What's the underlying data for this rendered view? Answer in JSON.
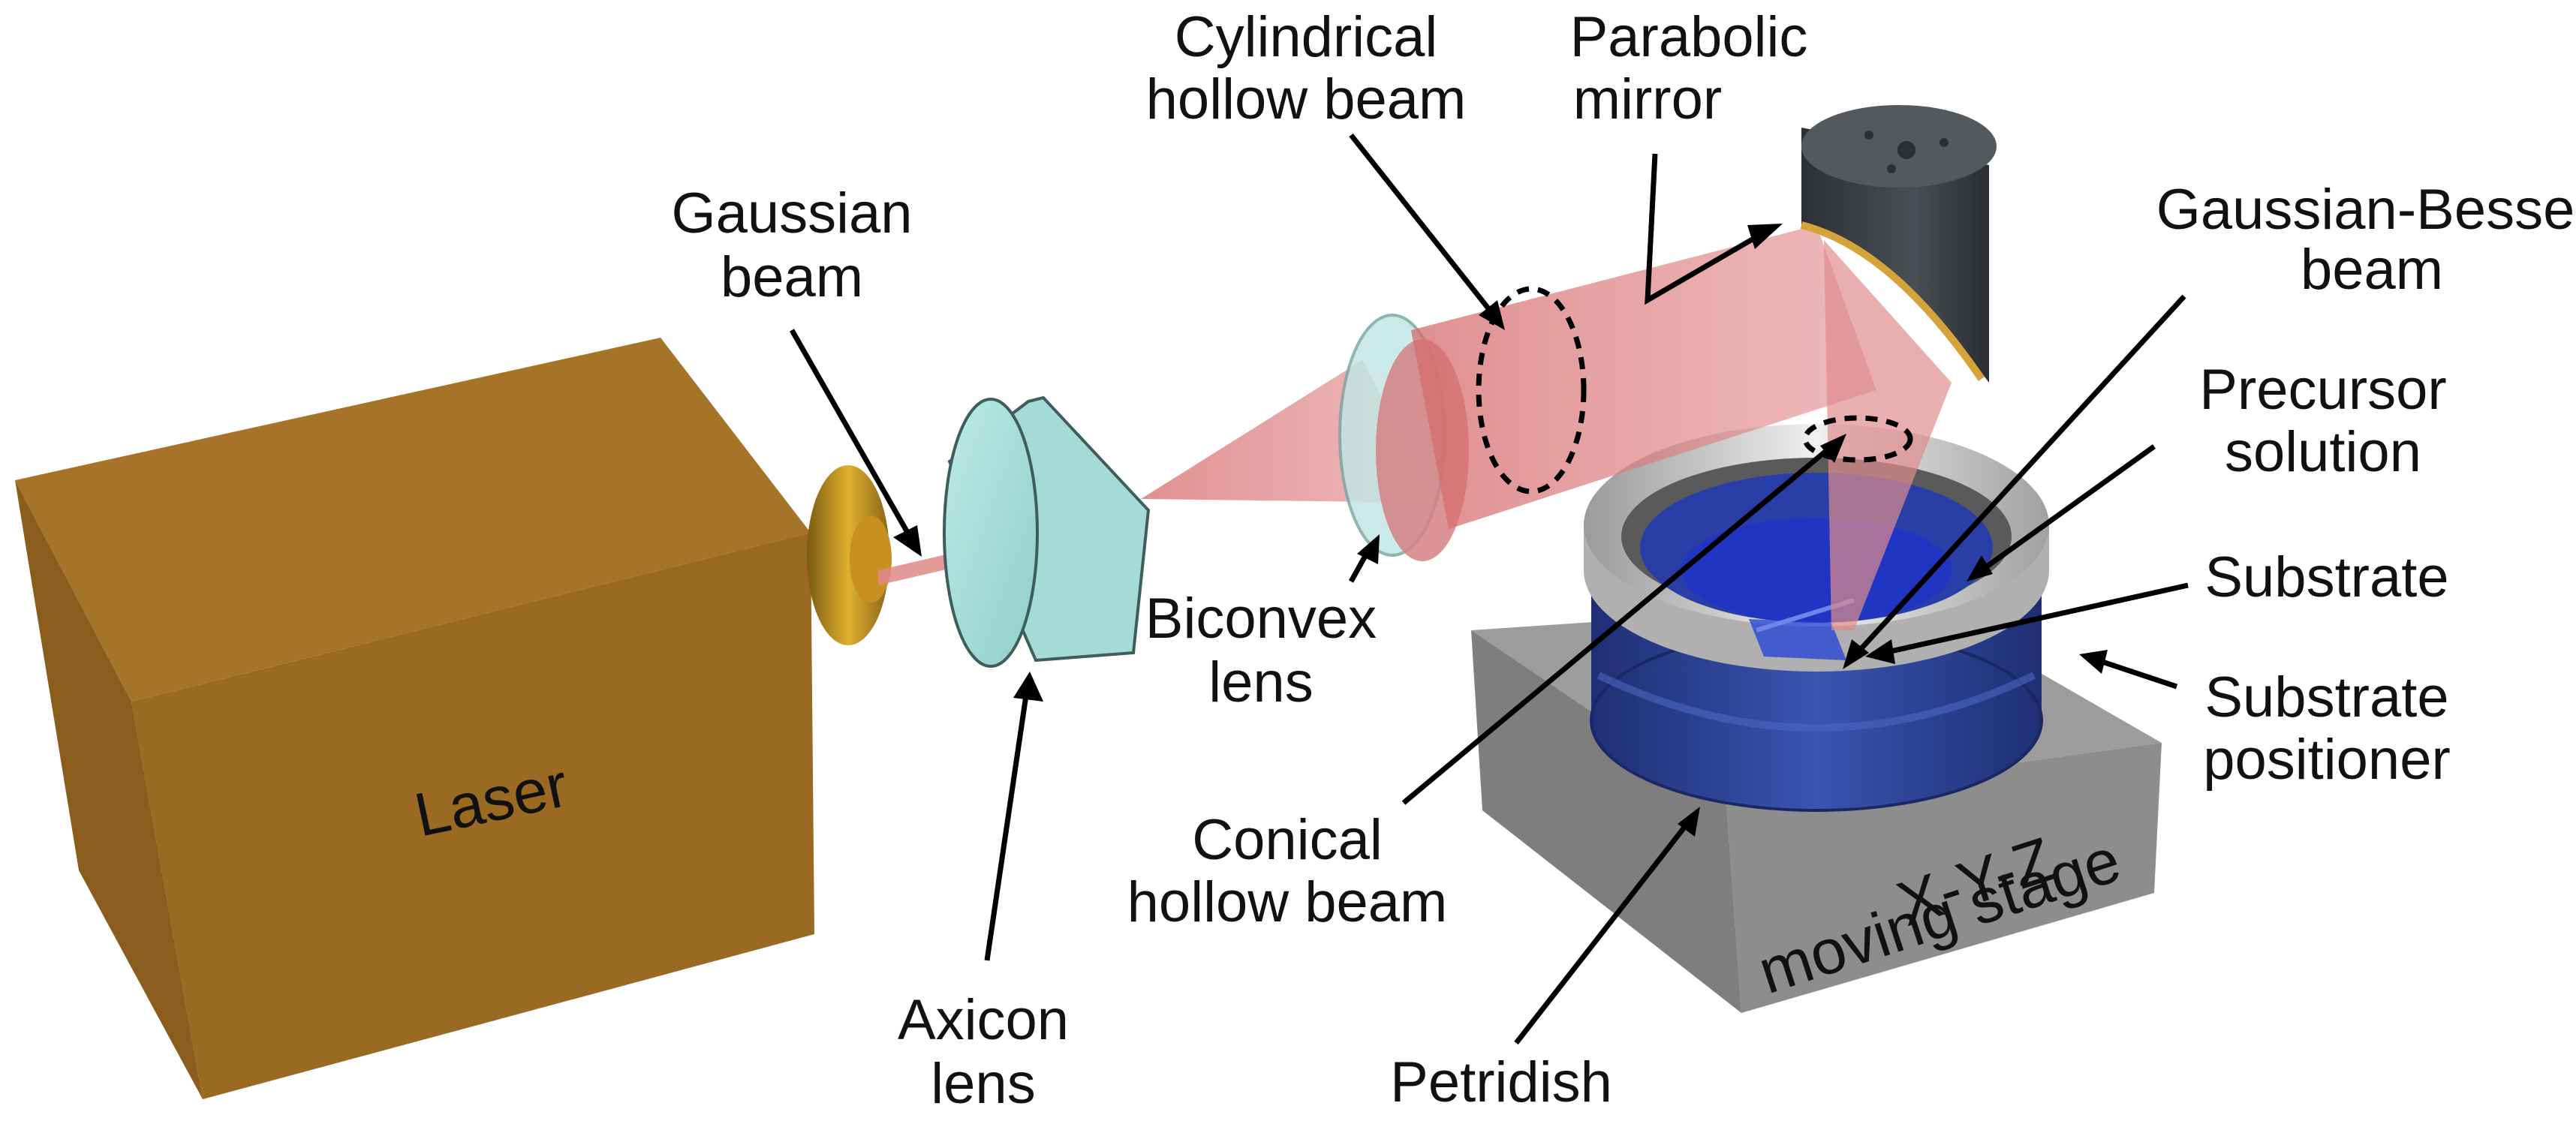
{
  "labels": {
    "laser": "Laser",
    "gaussian_beam_1": "Gaussian",
    "gaussian_beam_2": "beam",
    "axicon_lens_1": "Axicon",
    "axicon_lens_2": "lens",
    "biconvex_lens_1": "Biconvex",
    "biconvex_lens_2": "lens",
    "cylindrical_hollow_beam_1": "Cylindrical",
    "cylindrical_hollow_beam_2": "hollow beam",
    "parabolic_mirror_1": "Parabolic",
    "parabolic_mirror_2": "mirror",
    "gaussian_bessel_beam_1": "Gaussian-Bessel",
    "gaussian_bessel_beam_2": "beam",
    "precursor_solution_1": "Precursor",
    "precursor_solution_2": "solution",
    "substrate": "Substrate",
    "substrate_positioner_1": "Substrate",
    "substrate_positioner_2": "positioner",
    "conical_hollow_beam_1": "Conical",
    "conical_hollow_beam_2": "hollow beam",
    "stage_1": "X-Y-Z",
    "stage_2": "moving stage",
    "petridish": "Petridish"
  },
  "colors": {
    "laser_box": "#9a6a22",
    "beam": "#e07a7a",
    "lens": "#9fd8d4",
    "mirror_body": "#3a3e42",
    "mirror_rim": "#d4a33a",
    "dish": "#2a3f8f",
    "ring": "#c8c8c8",
    "stage": "#8a8a8a"
  }
}
